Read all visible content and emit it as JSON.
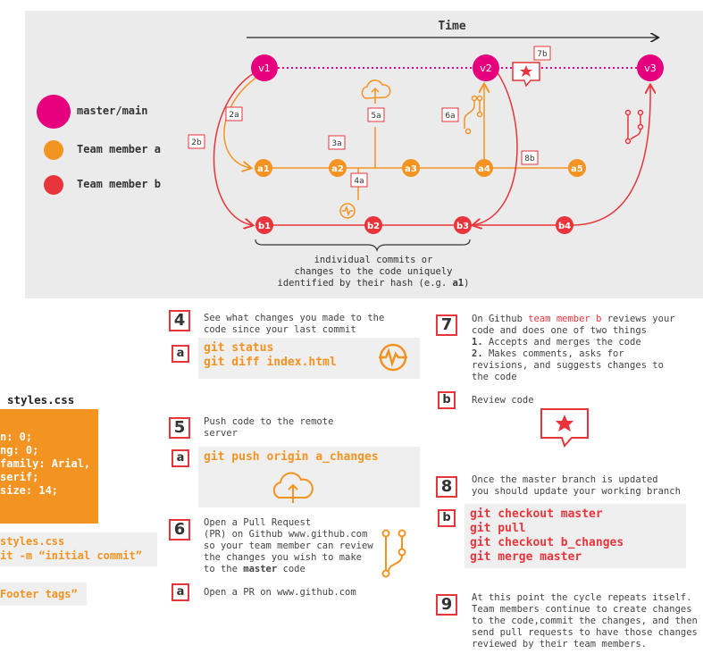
{
  "diagram": {
    "time_label": "Time",
    "nodes": {
      "v1": "v1",
      "v2": "v2",
      "v3": "v3",
      "a1": "a1",
      "a2": "a2",
      "a3": "a3",
      "a4": "a4",
      "a5": "a5",
      "b1": "b1",
      "b2": "b2",
      "b3": "b3",
      "b4": "b4"
    },
    "step_labels": {
      "2a": "2a",
      "2b": "2b",
      "3a": "3a",
      "4a": "4a",
      "5a": "5a",
      "6a": "6a",
      "7b": "7b",
      "8b": "8b"
    },
    "legend": {
      "master": "master/main",
      "team_a": "Team member a",
      "team_b": "Team member b"
    },
    "commits_note": {
      "line1": "individual commits or",
      "line2": "changes to the code uniquely",
      "line3_prefix": "identified by their hash (e.g. ",
      "line3_bold": "a1",
      "line3_suffix": ")"
    },
    "colors": {
      "master": "#e6007e",
      "team_a": "#f39322",
      "team_b": "#e8353b",
      "panel": "#ebebeb"
    }
  },
  "left_fragment": {
    "title": "styles.css",
    "css_lines": [
      "n: 0;",
      "ng: 0;",
      "family: Arial,",
      "serif;",
      "size: 14;"
    ],
    "cmd_line1": "styles.css",
    "cmd_line2": "it -m “initial commit”",
    "footer": "Footer tags”"
  },
  "steps": {
    "s4": {
      "num": "4",
      "text1": "See what changes you made to the",
      "text2": "code since your last commit",
      "sub": "a",
      "code1": "git status",
      "code2": "git diff index.html"
    },
    "s5": {
      "num": "5",
      "text1": "Push code to the remote",
      "text2": "server",
      "sub": "a",
      "code": "git push origin a_changes"
    },
    "s6": {
      "num": "6",
      "text1": "Open a Pull Request",
      "text2": "(PR) on Github www.github.com",
      "text3": "so your team member can review",
      "text4": "the changes you wish to make",
      "text5_prefix": "to the ",
      "text5_bold": "master",
      "text5_suffix": " code",
      "sub": "a",
      "sub_text": "Open a PR on www.github.com"
    },
    "s7": {
      "num": "7",
      "text1_prefix": "On Github ",
      "text1_hl": "team member b",
      "text1_suffix": " reviews your",
      "text2": "code and does one of two things",
      "text3_bold": "1.",
      "text3": " Accepts and merges the code",
      "text4_bold": "2.",
      "text4": " Makes comments, asks for",
      "text5": "revisions, and suggests changes to",
      "text6": "the code",
      "sub": "b",
      "sub_text": "Review code"
    },
    "s8": {
      "num": "8",
      "text1": "Once the master branch is updated",
      "text2": "you should update your working branch",
      "sub": "b",
      "code1": "git checkout master",
      "code2": "git pull",
      "code3": "git checkout b_changes",
      "code4": "git merge master"
    },
    "s9": {
      "num": "9",
      "text1": "At this point the cycle repeats itself.",
      "text2": "Team members continue to create changes",
      "text3": "to the code,commit the changes, and then",
      "text4": "send pull requests to have those changes",
      "text5": "reviewed by their team members."
    }
  }
}
